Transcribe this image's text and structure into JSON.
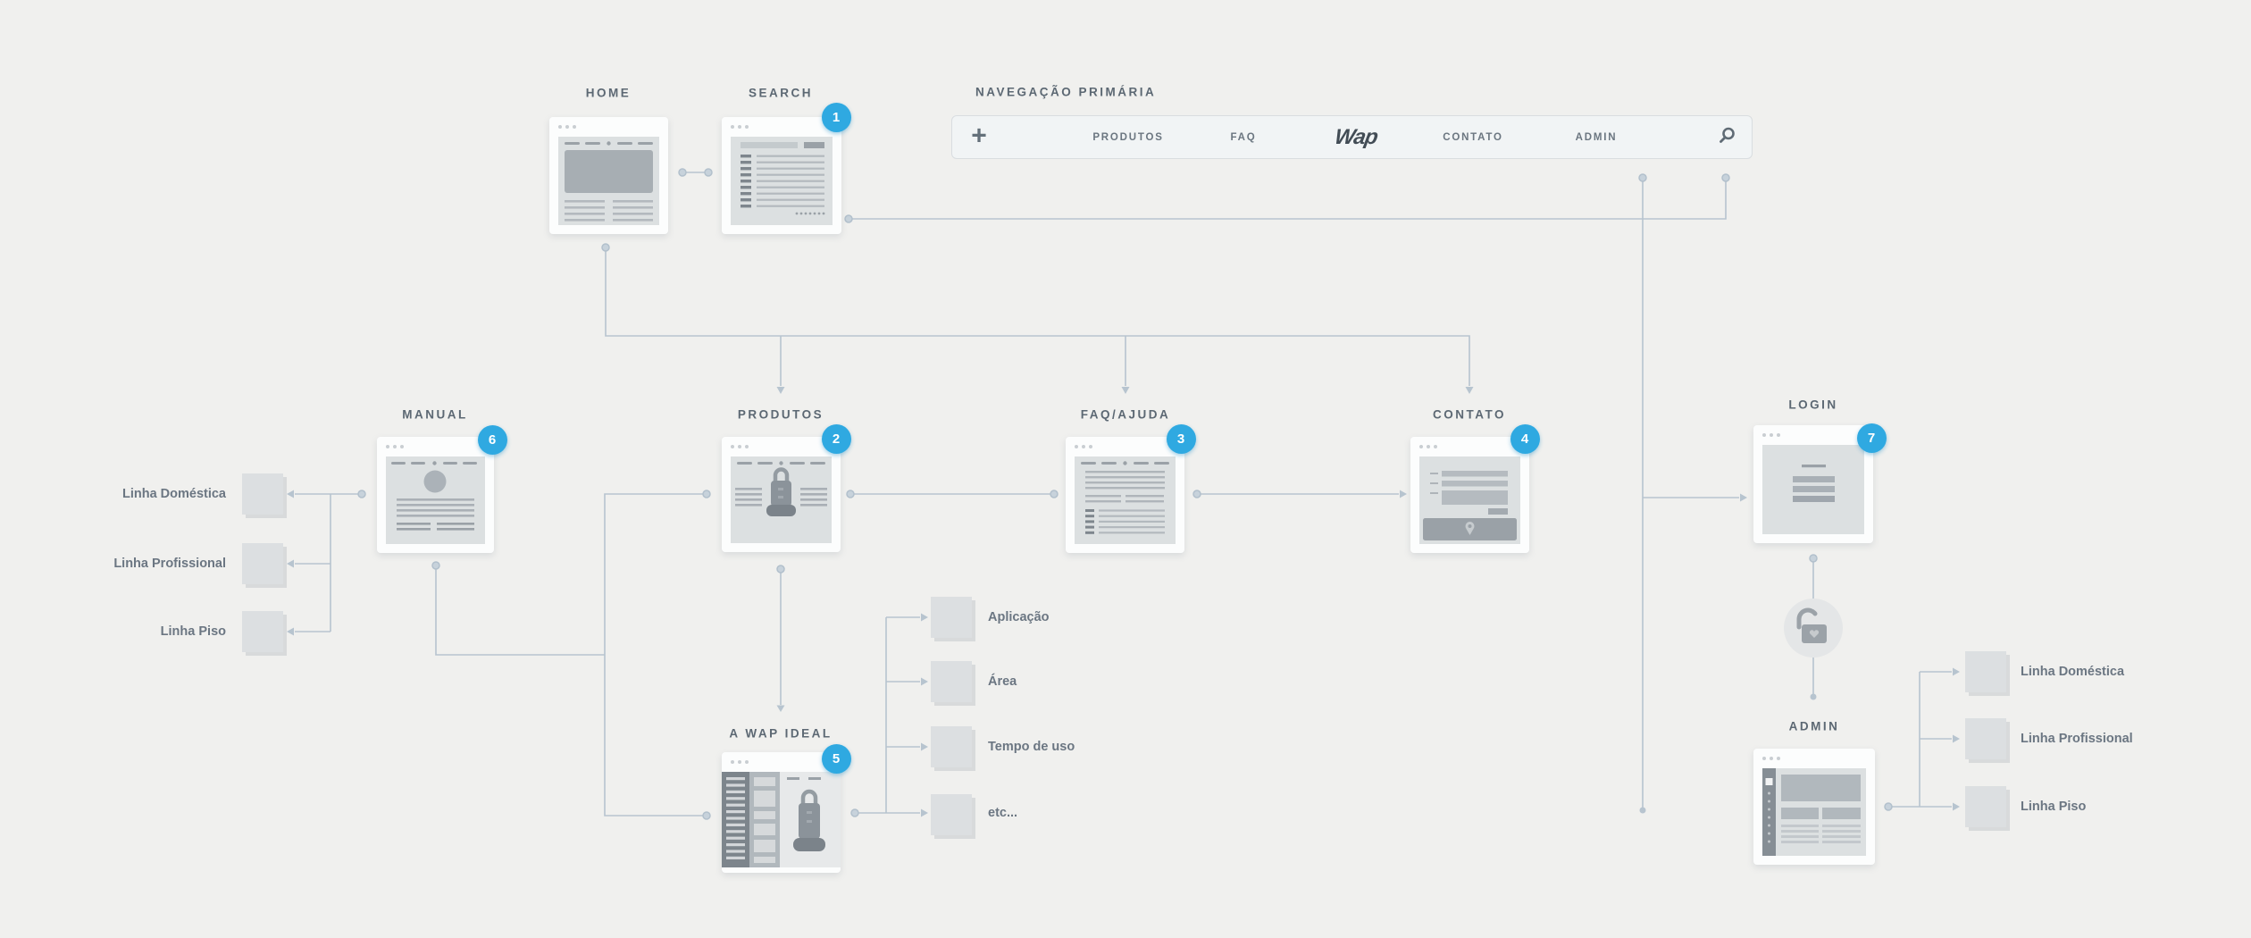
{
  "colors": {
    "badge_blue": "#2fa9e1",
    "connector": "#b7c4cf",
    "background": "#f0f0ee",
    "label_text": "#5c6873"
  },
  "nav": {
    "section_label": "NAVEGAÇÃO PRIMÁRIA",
    "plus_glyph": "+",
    "logo": "Wap",
    "items": [
      {
        "label": "PRODUTOS"
      },
      {
        "label": "FAQ"
      },
      {
        "label": "CONTATO"
      },
      {
        "label": "ADMIN"
      }
    ]
  },
  "nodes": {
    "home": {
      "label": "HOME"
    },
    "search": {
      "label": "SEARCH",
      "badge": "1"
    },
    "manual": {
      "label": "MANUAL",
      "badge": "6"
    },
    "produtos": {
      "label": "PRODUTOS",
      "badge": "2"
    },
    "faq": {
      "label": "FAQ/AJUDA",
      "badge": "3"
    },
    "contato": {
      "label": "CONTATO",
      "badge": "4"
    },
    "wap_ideal": {
      "label": "A WAP IDEAL",
      "badge": "5"
    },
    "login": {
      "label": "LOGIN",
      "badge": "7"
    },
    "admin": {
      "label": "ADMIN"
    }
  },
  "manual_children": [
    {
      "label": "Linha Doméstica"
    },
    {
      "label": "Linha Profissional"
    },
    {
      "label": "Linha Piso"
    }
  ],
  "wap_ideal_children": [
    {
      "label": "Aplicação"
    },
    {
      "label": "Área"
    },
    {
      "label": "Tempo de uso"
    },
    {
      "label": "etc..."
    }
  ],
  "admin_children": [
    {
      "label": "Linha Doméstica"
    },
    {
      "label": "Linha Profissional"
    },
    {
      "label": "Linha Piso"
    }
  ]
}
